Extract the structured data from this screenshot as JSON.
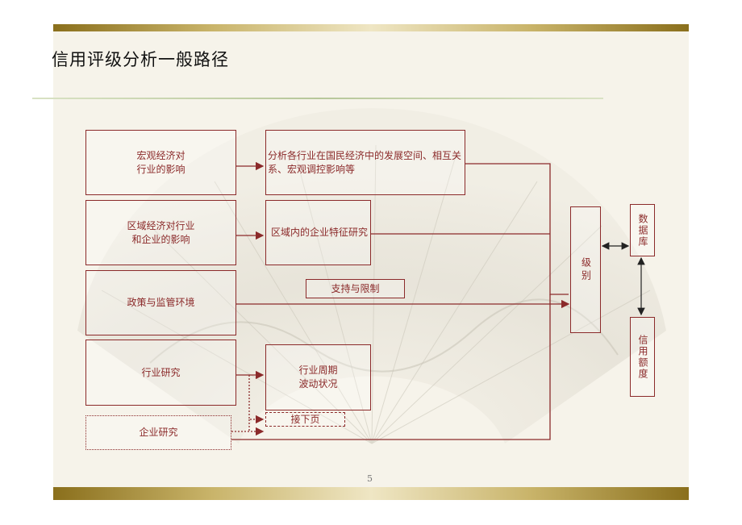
{
  "title": "信用评级分析一般路径",
  "page_number": "5",
  "colors": {
    "accent": "#8b2a2a",
    "gold_bar": "#8a6f1c",
    "background": "#f6f3ea"
  },
  "left_column": [
    {
      "label": "宏观经济对\n行业的影响"
    },
    {
      "label": "区域经济对行业\n和企业的影响"
    },
    {
      "label": "政策与监管环境"
    },
    {
      "label": "行业研究"
    },
    {
      "label": "企业研究"
    }
  ],
  "middle_column": {
    "macro_detail": "分析各行业在国民经济中的发展空间、相互关系、宏观调控影响等",
    "region_detail": "区域内的企业特征研究",
    "support_label": "支持与限制",
    "cycle_detail": "行业周期\n波动状况",
    "next_page": "接下页"
  },
  "right_column": {
    "rating": "级别",
    "database": "数据库",
    "credit_line": "信用额度"
  }
}
